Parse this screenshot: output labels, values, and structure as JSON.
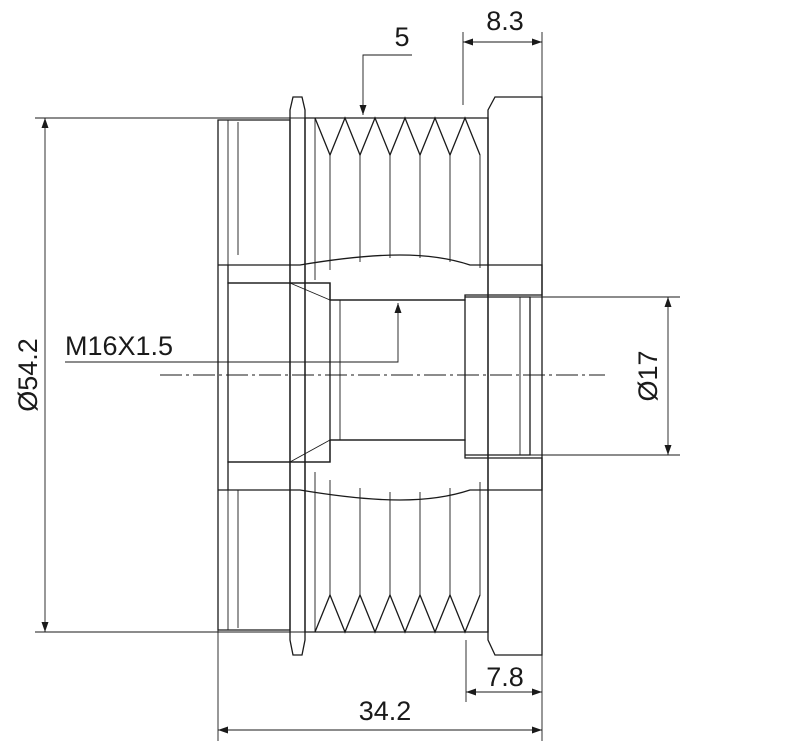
{
  "drawing": {
    "title": "Alternator pulley technical drawing",
    "line_color": "#1a1a1a",
    "dimensions": {
      "groove_count": "5",
      "right_flange_top": "8.3",
      "thread": "M16X1.5",
      "outer_diameter": "Ø54.2",
      "bore_diameter": "Ø17",
      "right_flange_bottom": "7.8",
      "overall_length": "34.2"
    }
  }
}
